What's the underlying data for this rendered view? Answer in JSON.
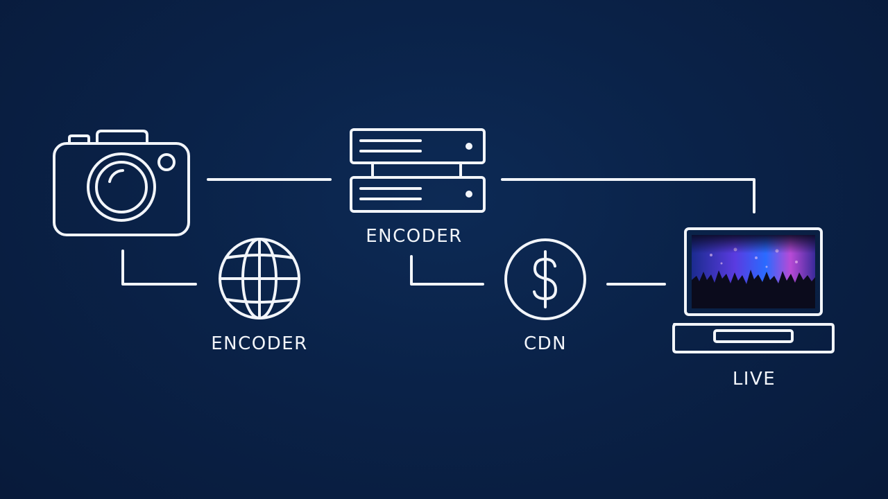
{
  "labels": {
    "server": "ENCODER",
    "globe": "ENCODER",
    "coin": "CDN",
    "laptop": "LIVE"
  },
  "colors": {
    "background": "#0a2248",
    "stroke": "#f2f5fa",
    "screen_purple": "#6a3cff",
    "screen_blue": "#2a6bff",
    "screen_pink": "#d04fd8"
  },
  "icons": {
    "camera": "camera-icon",
    "server": "server-icon",
    "globe": "globe-icon",
    "coin": "dollar-coin-icon",
    "laptop": "laptop-icon"
  }
}
